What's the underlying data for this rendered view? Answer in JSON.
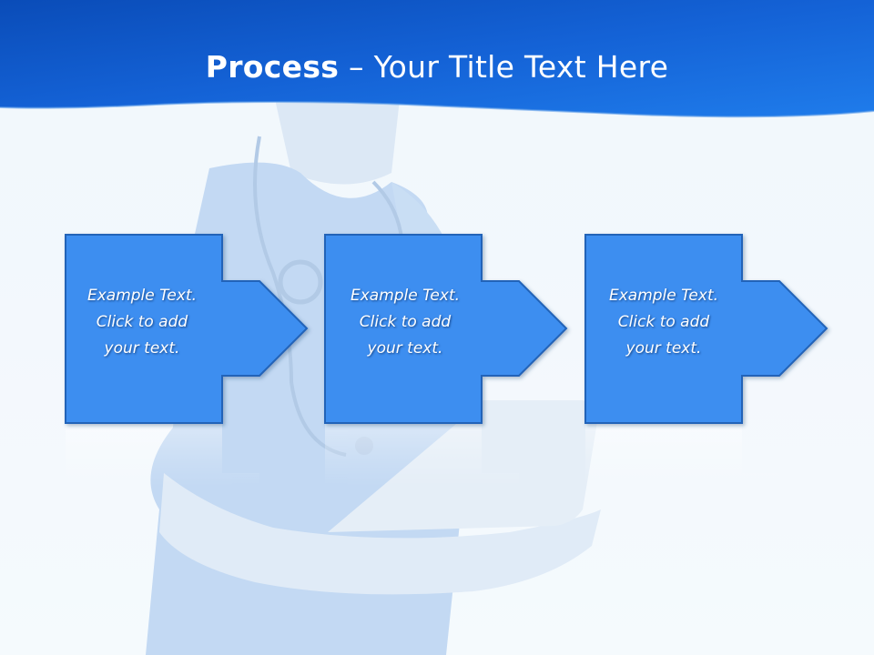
{
  "slide": {
    "title_bold": "Process",
    "title_rest": " – Your Title Text Here"
  },
  "steps": [
    {
      "line1": "Example Text.",
      "line2": "Click  to add",
      "line3": "your text."
    },
    {
      "line1": "Example Text.",
      "line2": "Click  to add",
      "line3": "your text."
    },
    {
      "line1": "Example Text.",
      "line2": "Click  to add",
      "line3": "your text."
    }
  ],
  "colors": {
    "header_top": "#0a4fc0",
    "header_bottom": "#1f78e8",
    "box_fill": "#3d8ef0",
    "box_border": "#2363b8",
    "background": "#f3f8fd"
  }
}
